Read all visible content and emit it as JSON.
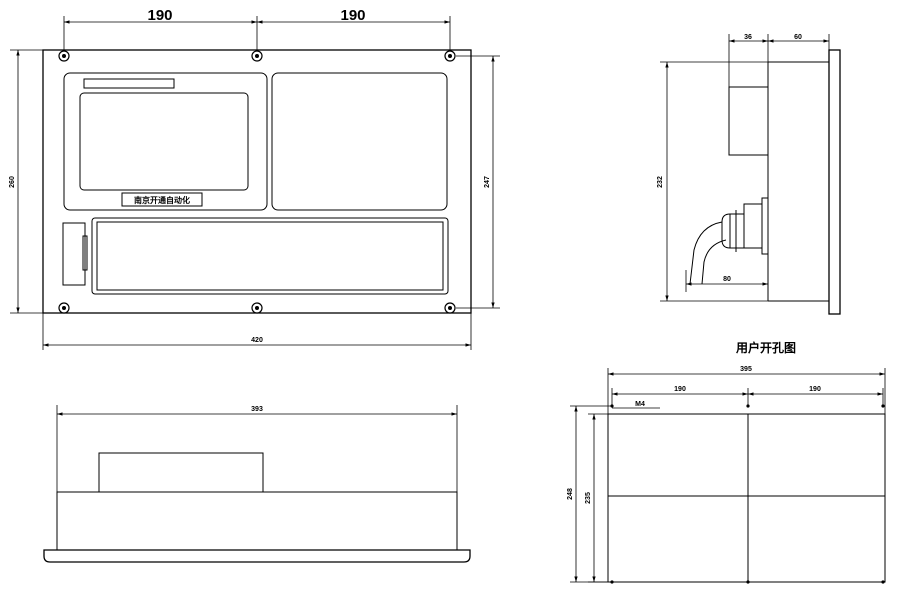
{
  "front_view": {
    "dims": {
      "top_left": "190",
      "top_right": "190",
      "overall_height": "260",
      "hole_spacing_height": "247",
      "overall_width": "420"
    },
    "brand_label": "南京开通自动化"
  },
  "side_view": {
    "dims": {
      "depth_a": "36",
      "depth_b": "60",
      "height": "232",
      "cable_depth": "80"
    }
  },
  "bottom_view": {
    "dims": {
      "width": "393"
    }
  },
  "cutout_view": {
    "title": "用户开孔图",
    "dims": {
      "overall_width": "395",
      "left_spacing": "190",
      "right_spacing": "190",
      "screw": "M4",
      "overall_height": "248",
      "inner_height": "235"
    }
  }
}
